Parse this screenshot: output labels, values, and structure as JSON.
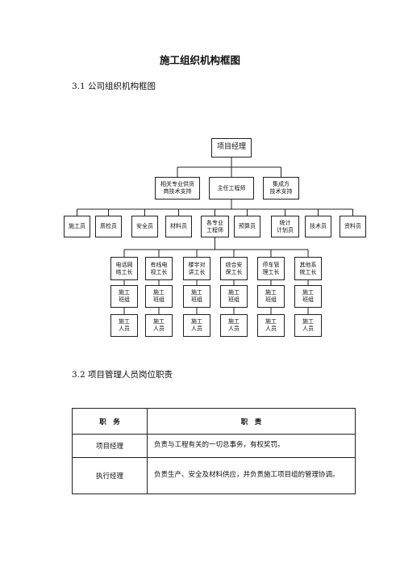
{
  "doc": {
    "title": "施工组织机构框图",
    "section1": "3.1 公司组织机构框图",
    "section2": "3.2 项目管理人员岗位职责"
  },
  "org": {
    "root": "项目经理",
    "level2": [
      "相关专业供货\n商技术支持",
      "主任工程师",
      "集成方\n技术支持"
    ],
    "level3": [
      "施工员",
      "质检员",
      "安全员",
      "材料员",
      "各专业\n工程师",
      "预算员",
      "统计\n计划员",
      "技术员",
      "资料员"
    ],
    "level4": [
      "电话网\n络工长",
      "有线电\n视工长",
      "楼宇对\n讲工长",
      "综合安\n保工长",
      "停车管\n理工长",
      "其他系\n统工长"
    ],
    "level5": "施工\n班组",
    "level6": "施工\n人员"
  },
  "table": {
    "headers": [
      "职　务",
      "职　责"
    ],
    "rows": [
      {
        "role": "项目经理",
        "duty": "负责与工程有关的一切总事务，有权奖罚。"
      },
      {
        "role": "执行经理",
        "duty": "负责生产、安全及材料供应，并负责施工项目组的管理协调。"
      }
    ]
  }
}
